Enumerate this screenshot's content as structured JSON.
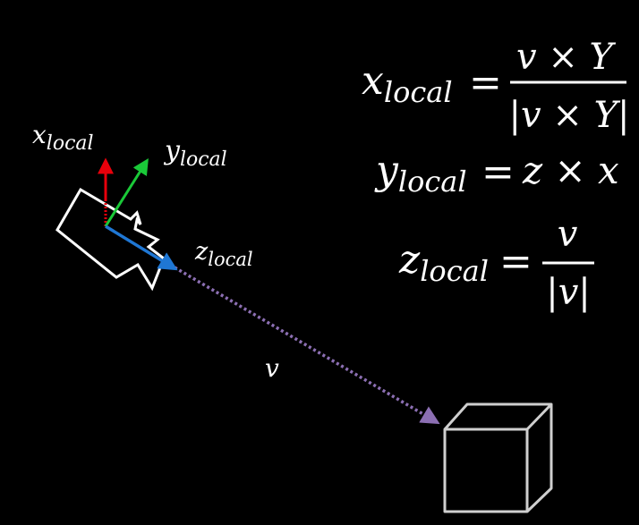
{
  "axes": {
    "x": {
      "base": "x",
      "sub": "local",
      "color": "#e8000b"
    },
    "y": {
      "base": "y",
      "sub": "local",
      "color": "#1ac938"
    },
    "z": {
      "base": "z",
      "sub": "local",
      "color": "#1f77d4"
    }
  },
  "vector_label": "v",
  "vector_color": "#8c6fb3",
  "equations": {
    "x": {
      "lhs_base": "x",
      "lhs_sub": "local",
      "equals": "=",
      "numerator": "v × Y",
      "denominator": "|v × Y|"
    },
    "y": {
      "lhs_base": "y",
      "lhs_sub": "local",
      "equals": "=",
      "rhs": "z × x"
    },
    "z": {
      "lhs_base": "z",
      "lhs_sub": "local",
      "equals": "=",
      "numerator": "v",
      "denominator": "|v|"
    }
  },
  "colors": {
    "background": "#000000",
    "stroke": "#ffffff",
    "cube_stroke": "#cfcfcf"
  },
  "icons": {
    "camera": "camera-outline-icon",
    "cube": "cube-outline-icon"
  }
}
